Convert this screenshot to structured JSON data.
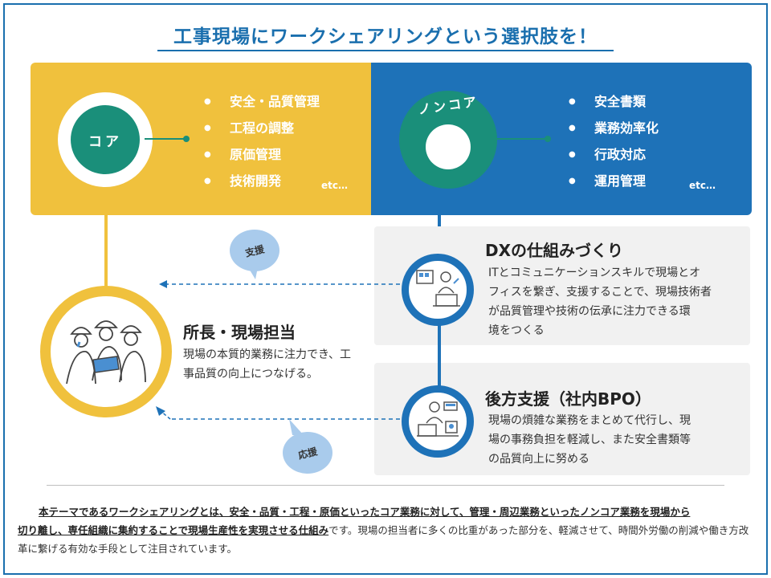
{
  "title": "工事現場にワークシェアリングという選択肢を！",
  "core": {
    "label": "コア",
    "items": [
      "安全・品質管理",
      "工程の調整",
      "原価管理",
      "技術開発"
    ],
    "etc": "etc…"
  },
  "noncore": {
    "label": "ノンコア",
    "items": [
      "安全書類",
      "業務効率化",
      "行政対応",
      "運用管理"
    ],
    "etc": "etc…"
  },
  "dx": {
    "title": "DXの仕組みづくり",
    "lines": [
      "ITとコミュニケーションスキルで現場とオ",
      "フィスを繋ぎ、支援することで、現場技術者",
      "が品質管理や技術の伝承に注力できる環",
      "境をつくる"
    ]
  },
  "bpo": {
    "title": "後方支援（社内BPO）",
    "lines": [
      "現場の煩雑な業務をまとめて代行し、現",
      "場の事務負担を軽減し、また安全書類等",
      "の品質向上に努める"
    ]
  },
  "main": {
    "title": "所長・現場担当",
    "lines": [
      "現場の本質的業務に注力でき、工",
      "事品質の向上につなげる。"
    ]
  },
  "bubbles": {
    "support": "支援",
    "cheer": "応援"
  },
  "footer": {
    "emph_line1": "本テーマであるワークシェアリングとは、安全・品質・工程・原価といったコア業務に対して、管理・周辺業務といったノンコア業務を現場から",
    "emph_line2": "切り離し、専任組織に集約することで現場生産性を実現させる仕組み",
    "rest": "です。現場の担当者に多くの比重があった部分を、軽減させて、時間外労働の削減や働き方改革に繋げる有効な手段として注目されています。"
  },
  "colors": {
    "yellow": "#f0c13d",
    "blue": "#1e72b8",
    "green": "#1a8f7a",
    "title": "#1a6fae"
  },
  "icons": [
    "workers-illustration-icon",
    "dx-worker-laptop-icon",
    "bpo-office-worker-icon"
  ]
}
